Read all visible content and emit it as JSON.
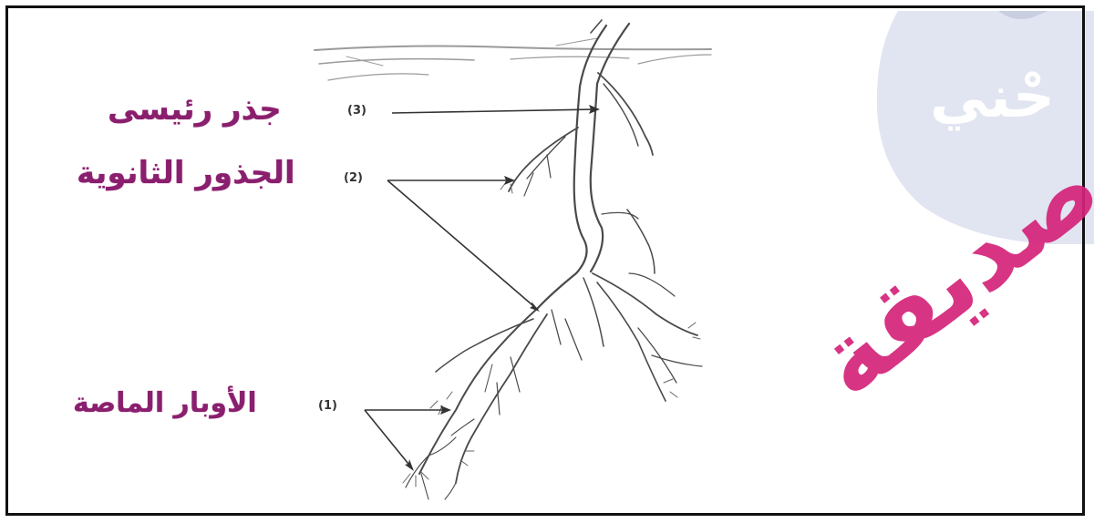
{
  "labels": {
    "main_root": "جذر رئيسى",
    "secondary_roots": "الجذور الثانوية",
    "root_hairs": "الأوبار الماصة"
  },
  "numbers": {
    "n3": "(3)",
    "n2": "(2)",
    "n1": "(1)"
  },
  "watermark": {
    "top": "حْني",
    "bottom": "صديقة"
  },
  "colors": {
    "label": "#8a1f6e",
    "watermark_blob": "#dfe3f0",
    "watermark_top_text": "#ffffff",
    "watermark_bottom_text": "#d4237a",
    "root_stroke": "#4a4a4a"
  }
}
